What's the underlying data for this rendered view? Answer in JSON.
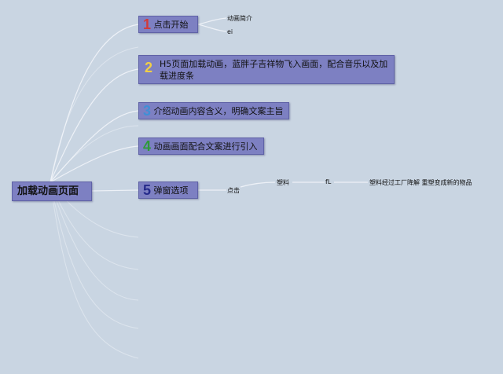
{
  "root": {
    "label": "加载动画页面"
  },
  "branches": [
    {
      "number": "1",
      "number_color": "#d23a3a",
      "text": "点击开始",
      "children": [
        "动画简介",
        "ei"
      ]
    },
    {
      "number": "2",
      "number_color": "#f2cf45",
      "text": "H5页面加载动画，蓝胖子吉祥物飞入画面，配合音乐以及加载进度条"
    },
    {
      "number": "3",
      "number_color": "#3f8fd6",
      "text": "介绍动画内容含义，明确文案主旨"
    },
    {
      "number": "4",
      "number_color": "#2f9a3a",
      "text": "动画画面配合文案进行引入"
    },
    {
      "number": "5",
      "number_color": "#252a8a",
      "text": "弹窗选项",
      "children": [
        "点击"
      ]
    }
  ],
  "chain": [
    "塑料",
    "fL",
    "塑料经过工厂降解 重塑变成新的物品"
  ],
  "colors": {
    "background": "#c9d5e2",
    "node_fill": "#7d80c2",
    "connector": "#ffffff"
  }
}
